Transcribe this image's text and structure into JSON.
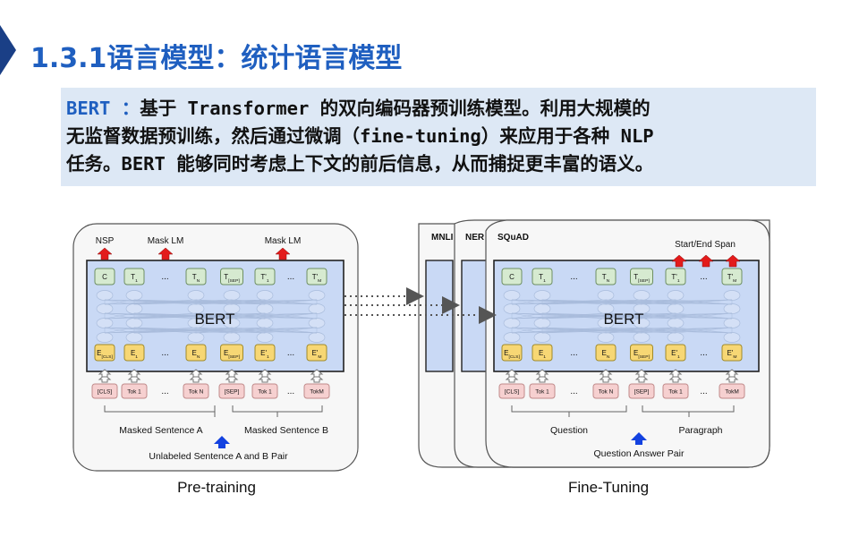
{
  "title": "1.3.1语言模型：统计语言模型",
  "description": {
    "line1_keyword": "BERT ：",
    "line1_rest": "基于 Transformer 的双向编码器预训练模型。利用大规模的",
    "line2": "无监督数据预训练，然后通过微调（fine-tuning）来应用于各种 NLP",
    "line3": "任务。BERT 能够同时考虑上下文的前后信息，从而捕捉更丰富的语义。"
  },
  "pretraining": {
    "caption": "Pre-training",
    "head_nsp": "NSP",
    "head_mlm1": "Mask LM",
    "head_mlm2": "Mask LM",
    "model_label": "BERT",
    "outputs": [
      {
        "main": "C",
        "sub": ""
      },
      {
        "main": "T",
        "sub": "1"
      },
      {
        "main": "T",
        "sub": "N"
      },
      {
        "main": "T",
        "sub": "[SEP]"
      },
      {
        "main": "T'",
        "sub": "1"
      },
      {
        "main": "T'",
        "sub": "M"
      }
    ],
    "embeddings": [
      {
        "main": "E",
        "sub": "[CLS]"
      },
      {
        "main": "E",
        "sub": "1"
      },
      {
        "main": "E",
        "sub": "N"
      },
      {
        "main": "E",
        "sub": "[SEP]"
      },
      {
        "main": "E'",
        "sub": "1"
      },
      {
        "main": "E'",
        "sub": "M"
      }
    ],
    "tokens": [
      "[CLS]",
      "Tok 1",
      "Tok N",
      "[SEP]",
      "Tok 1",
      "TokM"
    ],
    "ellipsis": "...",
    "sentence_a": "Masked Sentence A",
    "sentence_b": "Masked Sentence B",
    "pair": "Unlabeled Sentence A and B Pair"
  },
  "finetuning": {
    "caption": "Fine-Tuning",
    "task_tabs": [
      "MNLI",
      "NER",
      "SQuAD"
    ],
    "head_span": "Start/End Span",
    "model_label": "BERT",
    "outputs": [
      {
        "main": "C",
        "sub": ""
      },
      {
        "main": "T",
        "sub": "1"
      },
      {
        "main": "T",
        "sub": "N"
      },
      {
        "main": "T",
        "sub": "[SEP]"
      },
      {
        "main": "T'",
        "sub": "1"
      },
      {
        "main": "T'",
        "sub": "M"
      }
    ],
    "embeddings": [
      {
        "main": "E",
        "sub": "[CLS]"
      },
      {
        "main": "E",
        "sub": "1"
      },
      {
        "main": "E",
        "sub": "N"
      },
      {
        "main": "E",
        "sub": "[SEP]"
      },
      {
        "main": "E'",
        "sub": "1"
      },
      {
        "main": "E'",
        "sub": "M"
      }
    ],
    "tokens": [
      "[CLS]",
      "Tok 1",
      "Tok N",
      "[SEP]",
      "Tok 1",
      "TokM"
    ],
    "ellipsis": "...",
    "sentence_a": "Question",
    "sentence_b": "Paragraph",
    "pair": "Question Answer Pair"
  },
  "colors": {
    "title": "#1f5fc0",
    "box_bg": "#dde8f5",
    "model_fill": "#c9d9f5",
    "output_fill": "#d6ead0",
    "embed_fill": "#f7d774",
    "token_fill": "#f6d0d0",
    "arrow_up_red": "#e31b1b",
    "arrow_up_blue": "#1342e0"
  }
}
